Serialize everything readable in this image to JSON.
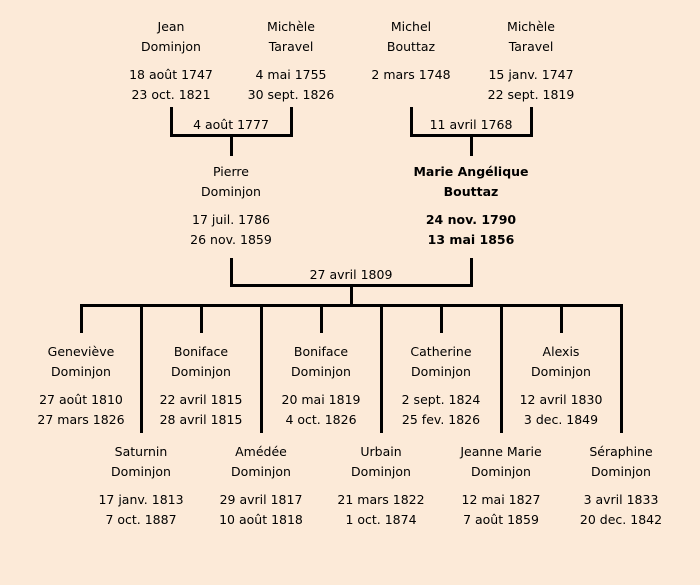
{
  "grandparents": [
    {
      "first": "Jean",
      "last": "Dominjon",
      "birth": "18 août 1747",
      "death": "23 oct. 1821"
    },
    {
      "first": "Michèle",
      "last": "Taravel",
      "birth": "4 mai 1755",
      "death": "30 sept. 1826"
    },
    {
      "first": "Michel",
      "last": "Bouttaz",
      "birth": "2 mars 1748",
      "death": ""
    },
    {
      "first": "Michèle",
      "last": "Taravel",
      "birth": "15 janv. 1747",
      "death": "22 sept. 1819"
    }
  ],
  "marriages": {
    "paternal": "4 août 1777",
    "maternal": "11 avril 1768",
    "parents": "27 avril 1809"
  },
  "parents": [
    {
      "first": "Pierre",
      "last": "Dominjon",
      "birth": "17 juil. 1786",
      "death": "26 nov. 1859"
    },
    {
      "first": "Marie Angélique",
      "last": "Bouttaz",
      "birth": "24 nov. 1790",
      "death": "13 mai 1856",
      "highlighted": true
    }
  ],
  "children": [
    {
      "first": "Geneviève",
      "last": "Dominjon",
      "birth": "27 août 1810",
      "death": "27 mars 1826"
    },
    {
      "first": "Saturnin",
      "last": "Dominjon",
      "birth": "17 janv. 1813",
      "death": "7 oct. 1887"
    },
    {
      "first": "Boniface",
      "last": "Dominjon",
      "birth": "22 avril 1815",
      "death": "28 avril 1815"
    },
    {
      "first": "Amédée",
      "last": "Dominjon",
      "birth": "29 avril 1817",
      "death": "10 août 1818"
    },
    {
      "first": "Boniface",
      "last": "Dominjon",
      "birth": "20 mai 1819",
      "death": "4 oct. 1826"
    },
    {
      "first": "Urbain",
      "last": "Dominjon",
      "birth": "21 mars 1822",
      "death": "1 oct. 1874"
    },
    {
      "first": "Catherine",
      "last": "Dominjon",
      "birth": "2 sept. 1824",
      "death": "25 fev. 1826"
    },
    {
      "first": "Jeanne Marie",
      "last": "Dominjon",
      "birth": "12 mai 1827",
      "death": "7 août 1859"
    },
    {
      "first": "Alexis",
      "last": "Dominjon",
      "birth": "12 avril 1830",
      "death": "3 dec. 1849"
    },
    {
      "first": "Séraphine",
      "last": "Dominjon",
      "birth": "3 avril 1833",
      "death": "20 dec. 1842"
    }
  ]
}
